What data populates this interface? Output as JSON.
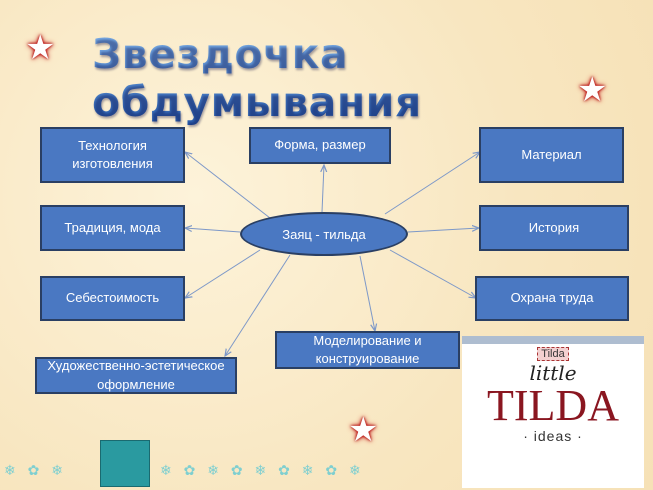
{
  "title": "Звездочка обдумывания",
  "center": "Заяц - тильда",
  "nodes": {
    "technology": "Технология изготовления",
    "form": "Форма, размер",
    "material": "Материал",
    "tradition": "Традиция, мода",
    "history": "История",
    "cost": "Себестоимость",
    "safety": "Охрана труда",
    "modeling": "Моделирование и конструирование",
    "art": "Художественно-эстетическое оформление"
  },
  "image": {
    "badge": "Tilda",
    "script": "little",
    "brand": "TILDA",
    "sub": "· ideas ·"
  }
}
